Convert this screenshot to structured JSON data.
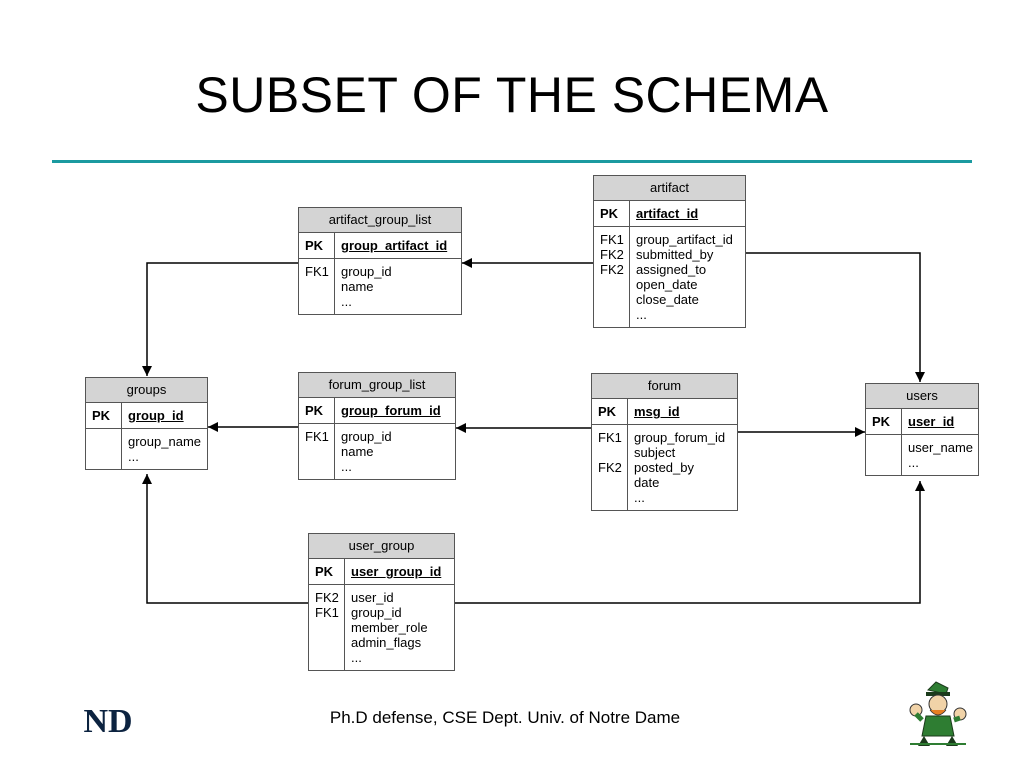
{
  "slide": {
    "title": "SUBSET OF THE SCHEMA",
    "footer": "Ph.D defense, CSE Dept. Univ. of Notre Dame",
    "accent_color": "#1b9aa0",
    "logo_text": "ND"
  },
  "entities": {
    "artifact_group_list": {
      "name": "artifact_group_list",
      "pk_label": "PK",
      "pk": "group_artifact_id",
      "keys": [
        "FK1",
        "",
        ""
      ],
      "fields": [
        "group_id",
        "name",
        "..."
      ]
    },
    "artifact": {
      "name": "artifact",
      "pk_label": "PK",
      "pk": "artifact_id",
      "keys": [
        "FK1",
        "FK2",
        "FK2",
        "",
        "",
        ""
      ],
      "fields": [
        "group_artifact_id",
        "submitted_by",
        "assigned_to",
        "open_date",
        "close_date",
        "..."
      ]
    },
    "groups": {
      "name": "groups",
      "pk_label": "PK",
      "pk": "group_id",
      "keys": [
        "",
        ""
      ],
      "fields": [
        "group_name",
        "..."
      ]
    },
    "forum_group_list": {
      "name": "forum_group_list",
      "pk_label": "PK",
      "pk": "group_forum_id",
      "keys": [
        "FK1",
        "",
        ""
      ],
      "fields": [
        "group_id",
        "name",
        "..."
      ]
    },
    "forum": {
      "name": "forum",
      "pk_label": "PK",
      "pk": "msg_id",
      "keys": [
        "FK1",
        "",
        "FK2",
        "",
        ""
      ],
      "fields": [
        "group_forum_id",
        "subject",
        "posted_by",
        "date",
        "..."
      ]
    },
    "users": {
      "name": "users",
      "pk_label": "PK",
      "pk": "user_id",
      "keys": [
        "",
        ""
      ],
      "fields": [
        "user_name",
        "..."
      ]
    },
    "user_group": {
      "name": "user_group",
      "pk_label": "PK",
      "pk": "user_group_id",
      "keys": [
        "FK2",
        "FK1",
        "",
        "",
        ""
      ],
      "fields": [
        "user_id",
        "group_id",
        "member_role",
        "admin_flags",
        "..."
      ]
    }
  }
}
